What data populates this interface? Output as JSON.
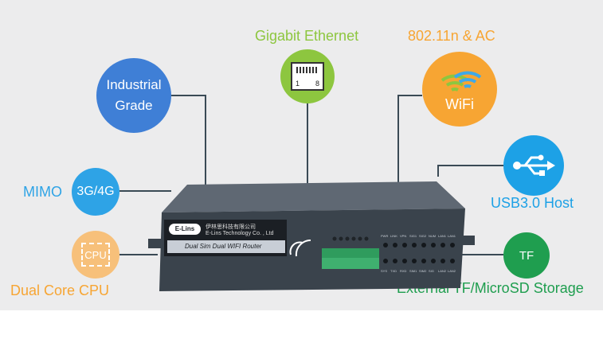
{
  "features": {
    "industrial": {
      "line1": "Industrial",
      "line2": "Grade",
      "color": "#3f7fd6"
    },
    "gigabit": {
      "label": "Gigabit Ethernet",
      "port_pin_left": "1",
      "port_pin_right": "8",
      "color": "#8dc63f"
    },
    "wifi": {
      "label": "802.11n & AC",
      "badge": "WiFi",
      "color": "#f7a533"
    },
    "mimo": {
      "label": "MIMO",
      "badge": "3G/4G",
      "color": "#2ea3e6"
    },
    "usb": {
      "label": "USB3.0 Host",
      "color": "#1da1e6",
      "icon": "usb-icon"
    },
    "cpu": {
      "label": "Dual Core CPU",
      "badge": "CPU",
      "color": "#f7c07a"
    },
    "tf": {
      "label": "External TF/MicroSD Storage",
      "badge": "TF",
      "color": "#1f9e4f"
    }
  },
  "device": {
    "brand_badge": "E-Lins",
    "company_cn": "伊林思科技有限公司",
    "company_en": "E-Lins Technology Co. , Ltd",
    "model": "Dual Sim Dual WIFI Router",
    "led_top": [
      "PWR",
      "LINK",
      "VPN",
      "SIG1",
      "SIG2",
      "NUM",
      "LAN1",
      "LAN1"
    ],
    "led_bottom": [
      "SYS",
      "TXD",
      "RXD",
      "SIM1",
      "SIM2",
      "SIG",
      "LAN2",
      "LAN2"
    ]
  }
}
